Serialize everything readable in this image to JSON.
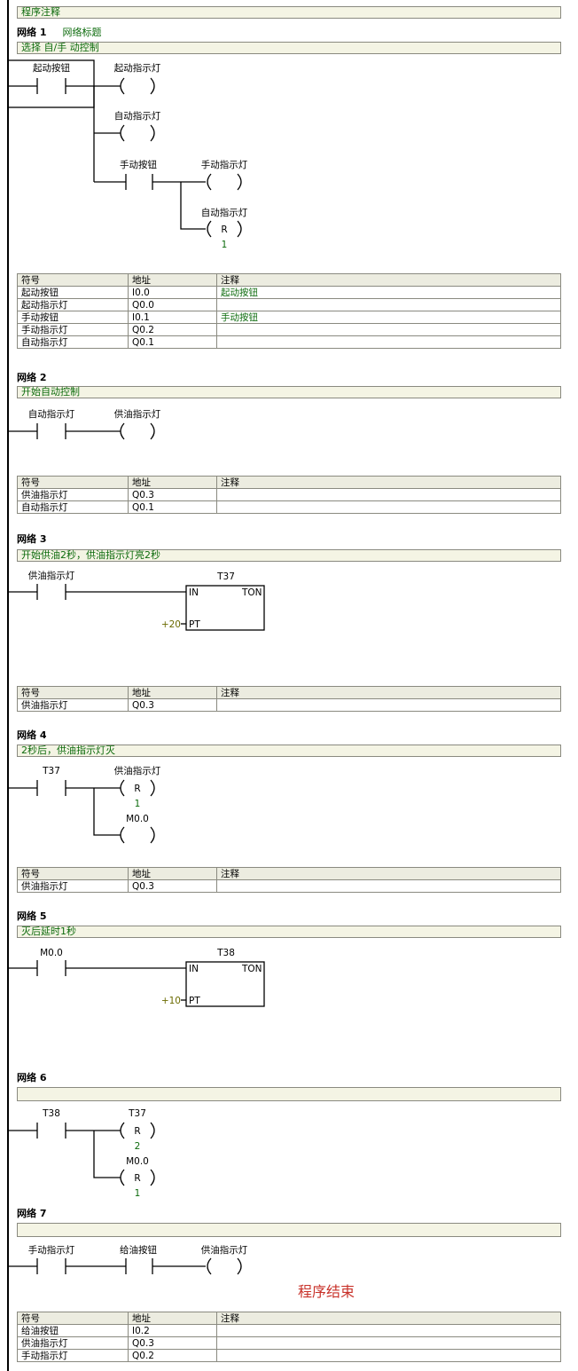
{
  "program_comment": "程序注释",
  "networks": [
    {
      "title": "网络 1",
      "subtitle": "网络标题",
      "comment": "选择 自/手 动控制"
    },
    {
      "title": "网络 2",
      "comment": "开始自动控制"
    },
    {
      "title": "网络 3",
      "comment": "开始供油2秒，供油指示灯亮2秒"
    },
    {
      "title": "网络 4",
      "comment": "2秒后，供油指示灯灭"
    },
    {
      "title": "网络 5",
      "comment": "灭后延时1秒"
    },
    {
      "title": "网络 6",
      "comment": ""
    },
    {
      "title": "网络 7",
      "comment": ""
    }
  ],
  "ladder": {
    "n1": {
      "c1": "起动按钮",
      "o1": "起动指示灯",
      "o2": "自动指示灯",
      "c2": "手动按钮",
      "o3": "手动指示灯",
      "o4": "自动指示灯",
      "o4_type": "R",
      "o4_n": "1"
    },
    "n2": {
      "c1": "自动指示灯",
      "o1": "供油指示灯"
    },
    "n3": {
      "c1": "供油指示灯",
      "timer": "T37",
      "type": "TON",
      "in": "IN",
      "pt": "PT",
      "pt_val": "+20"
    },
    "n4": {
      "c1": "T37",
      "o1": "供油指示灯",
      "o1_type": "R",
      "o1_n": "1",
      "o2": "M0.0"
    },
    "n5": {
      "c1": "M0.0",
      "timer": "T38",
      "type": "TON",
      "in": "IN",
      "pt": "PT",
      "pt_val": "+10"
    },
    "n6": {
      "c1": "T38",
      "o1": "T37",
      "o1_type": "R",
      "o1_n": "2",
      "o2": "M0.0",
      "o2_type": "R",
      "o2_n": "1"
    },
    "n7": {
      "c1": "手动指示灯",
      "c2": "给油按钮",
      "o1": "供油指示灯"
    }
  },
  "symbol_header": {
    "sym": "符号",
    "addr": "地址",
    "comment": "注释"
  },
  "symbol_tables": {
    "t1": [
      {
        "sym": "起动按钮",
        "addr": "I0.0",
        "comment": "起动按钮"
      },
      {
        "sym": "起动指示灯",
        "addr": "Q0.0",
        "comment": ""
      },
      {
        "sym": "手动按钮",
        "addr": "I0.1",
        "comment": " 手动按钮"
      },
      {
        "sym": "手动指示灯",
        "addr": "Q0.2",
        "comment": ""
      },
      {
        "sym": "自动指示灯",
        "addr": "Q0.1",
        "comment": ""
      }
    ],
    "t2": [
      {
        "sym": "供油指示灯",
        "addr": "Q0.3",
        "comment": ""
      },
      {
        "sym": "自动指示灯",
        "addr": "Q0.1",
        "comment": ""
      }
    ],
    "t3": [
      {
        "sym": "供油指示灯",
        "addr": "Q0.3",
        "comment": ""
      }
    ],
    "t4": [
      {
        "sym": "供油指示灯",
        "addr": "Q0.3",
        "comment": ""
      }
    ],
    "t7": [
      {
        "sym": "给油按钮",
        "addr": "I0.2",
        "comment": ""
      },
      {
        "sym": "供油指示灯",
        "addr": "Q0.3",
        "comment": ""
      },
      {
        "sym": "手动指示灯",
        "addr": "Q0.2",
        "comment": ""
      }
    ]
  },
  "end_note": "程序结束",
  "colors": {
    "comment_green": "#0d6b0d",
    "end_note_red": "#c8322a",
    "comment_bg": "#f4f4e4"
  }
}
